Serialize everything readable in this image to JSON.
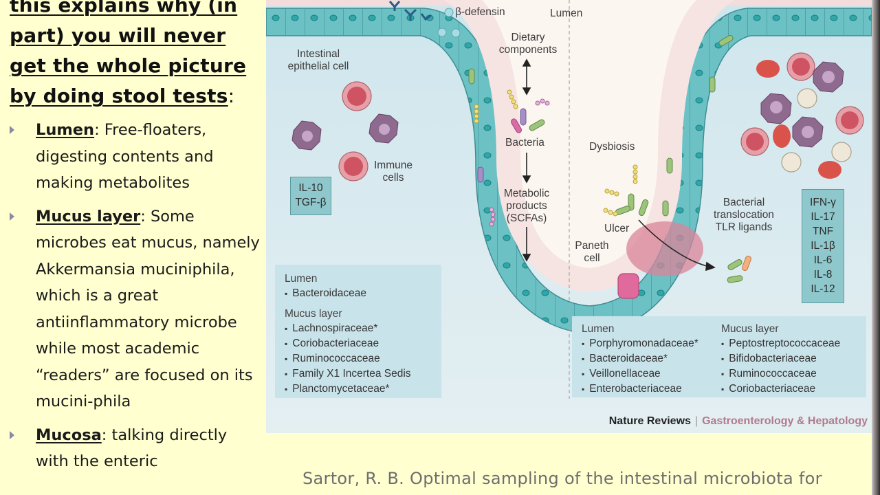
{
  "slide": {
    "heading_lines": [
      "this explains why (in",
      "part) you will never",
      "get the whole picture",
      "by doing stool tests"
    ],
    "heading_suffix": ":",
    "bullets": [
      {
        "term": "Lumen",
        "text": ": Free-floaters, digesting contents and making metabolites"
      },
      {
        "term": "Mucus layer",
        "text": ": Some microbes eat mucus, namely Akkermansia muciniphila, which is a great antiinflammatory microbe while most academic “readers” are focused on its mucini-phila"
      },
      {
        "term": "Mucosa",
        "text": ": talking directly with the enteric"
      }
    ],
    "citation": "Sartor, R. B. Optimal sampling of the intestinal microbiota for"
  },
  "figure": {
    "labels": {
      "beta_defensin": "β-defensin",
      "lumen": "Lumen",
      "intestinal_epithelial_cell_1": "Intestinal",
      "intestinal_epithelial_cell_2": "epithelial cell",
      "dietary_components_1": "Dietary",
      "dietary_components_2": "components",
      "bacteria": "Bacteria",
      "metabolic_1": "Metabolic",
      "metabolic_2": "products",
      "metabolic_3": "(SCFAs)",
      "immune_cells_1": "Immune",
      "immune_cells_2": "cells",
      "dysbiosis": "Dysbiosis",
      "ulcer": "Ulcer",
      "paneth_1": "Paneth",
      "paneth_2": "cell",
      "translocation_1": "Bacterial",
      "translocation_2": "translocation",
      "translocation_3": "TLR ligands"
    },
    "healthy_cytokines": [
      "IL-10",
      "TGF-β"
    ],
    "inflamed_cytokines": [
      "IFN-γ",
      "IL-17",
      "TNF",
      "IL-1β",
      "IL-6",
      "IL-8",
      "IL-12"
    ],
    "healthy_list": {
      "lumen_title": "Lumen",
      "lumen_items": [
        "Bacteroidaceae"
      ],
      "mucus_title": "Mucus layer",
      "mucus_items": [
        "Lachnospiraceae*",
        "Coriobacteriaceae",
        "Ruminococcaceae",
        "Family X1 Incertea Sedis",
        "Planctomycetaceae*"
      ]
    },
    "dysbiosis_list": {
      "lumen_title": "Lumen",
      "lumen_items": [
        "Porphyromonadaceae*",
        "Bacteroidaceae*",
        "Veillonellaceae",
        "Enterobacteriaceae"
      ],
      "mucus_title": "Mucus layer",
      "mucus_items": [
        "Peptostreptococcaceae",
        "Bifidobacteriaceae",
        "Ruminococcaceae",
        "Coriobacteriaceae"
      ]
    },
    "credit": {
      "publisher": "Nature Reviews",
      "separator": "|",
      "journal": "Gastroenterology & Hepatology"
    },
    "colors": {
      "epithelium": "#6cc1c5",
      "mucus": "#f1d9d9",
      "lamina_propria": "#cfe6ec",
      "journal_accent": "#b07a8c"
    }
  }
}
